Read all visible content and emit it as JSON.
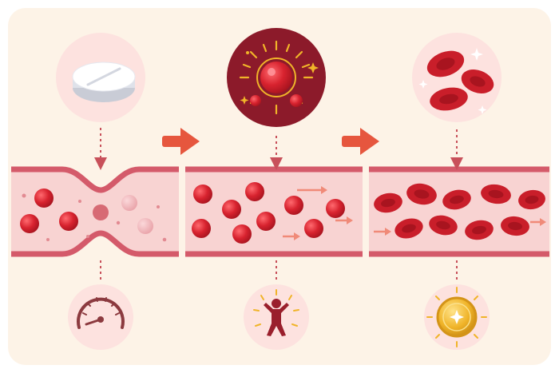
{
  "colors": {
    "background": "#fdf3e7",
    "outer": "#ffffff",
    "vessel_wall": "#d45a6a",
    "vessel_fill": "#f8d3d2",
    "blood_cell": "#d8232f",
    "blood_cell_dark": "#a8141f",
    "pale_cell": "#f0b3b8",
    "arrow": "#e6563e",
    "dotted_connector": "#c8505a",
    "icon_circle_light": "#fde2df",
    "icon_circle_dark": "#8c1a2a",
    "gold": "#f0b429"
  },
  "stages": [
    {
      "name": "stage-1",
      "top_icon": "white-pill-icon",
      "bottom_icon": "low-gauge-icon"
    },
    {
      "name": "stage-2",
      "top_icon": "glowing-blood-cell-icon",
      "bottom_icon": "energetic-person-icon"
    },
    {
      "name": "stage-3",
      "top_icon": "healthy-red-blood-cells-icon",
      "bottom_icon": "golden-sun-medal-icon"
    }
  ],
  "transition_arrows": [
    "arrow-right-icon",
    "arrow-right-icon"
  ]
}
